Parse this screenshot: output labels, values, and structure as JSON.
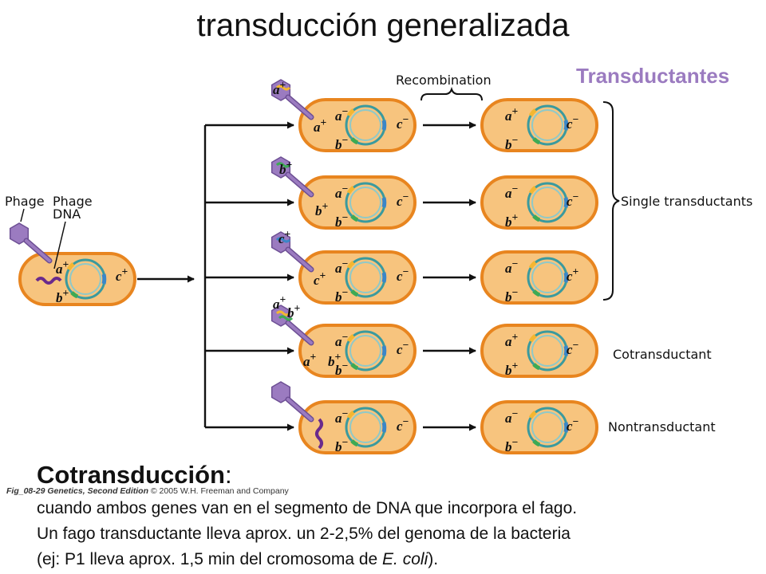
{
  "title": "transducción generalizada",
  "transductantes_label": "Transductantes",
  "recombination_label": "Recombination",
  "phage_label": "Phage",
  "phage_dna_label": "Phage DNA",
  "outcomes": {
    "single": "Single transductants",
    "cotransductant": "Cotransductant",
    "nontransductant": "Nontransductant"
  },
  "alleles": {
    "a_plus": "a+",
    "b_plus": "b+",
    "c_plus": "c+",
    "a_minus": "a−",
    "b_minus": "b−",
    "c_minus": "c−"
  },
  "figure_caption": {
    "fig": "Fig_08-29",
    "book": "Genetics, Second Edition",
    "rest": "© 2005 W.H. Freeman and Company"
  },
  "cotransduccion": {
    "heading": "Cotransducción",
    "colon": ":",
    "line1": "cuando ambos genes van en el segmento de DNA que incorpora el fago.",
    "line2": "Un  fago transductante lleva aprox. un  2-2,5% del genoma de la bacteria",
    "line3_pre": "(ej: P1 lleva aprox. 1,5  min del cromosoma de ",
    "line3_species": "E. coli",
    "line3_post": ")."
  },
  "colors": {
    "cell_fill": "#f7c47e",
    "cell_stroke": "#e8851f",
    "phage_purple": "#9b7bc0",
    "gene_a": "#f4b731",
    "gene_b": "#3daa54",
    "gene_c": "#3b86c8",
    "chromosome": "#3a9a9e",
    "accent_label": "#9b7bc0"
  }
}
